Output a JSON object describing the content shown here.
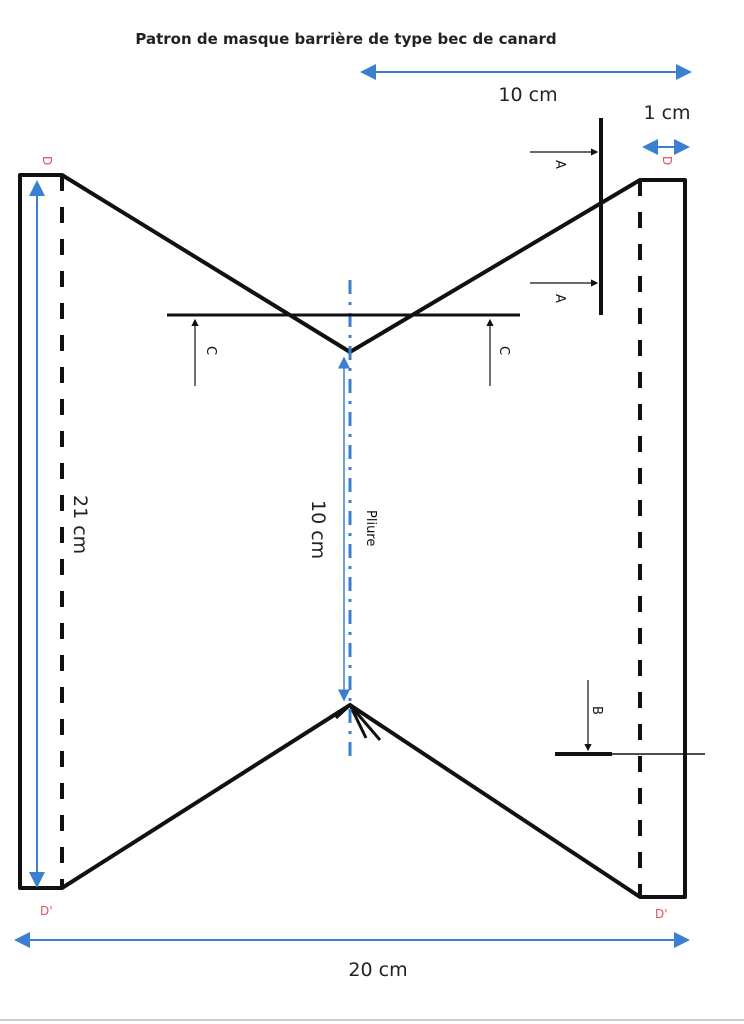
{
  "title": "Patron de masque barrière de type bec de canard",
  "dimensions": {
    "top_width": "10 cm",
    "margin": "1 cm",
    "height": "21 cm",
    "center_gap": "10 cm",
    "total_width": "20 cm"
  },
  "labels": {
    "fold": "Pliure",
    "cut_a": "A",
    "cut_b": "B",
    "cut_c": "C",
    "point_d": "D",
    "point_d_prime": "D'"
  },
  "colors": {
    "dimension_arrow": "#3a7fd0",
    "point_label": "#e05060",
    "line": "#111111"
  }
}
